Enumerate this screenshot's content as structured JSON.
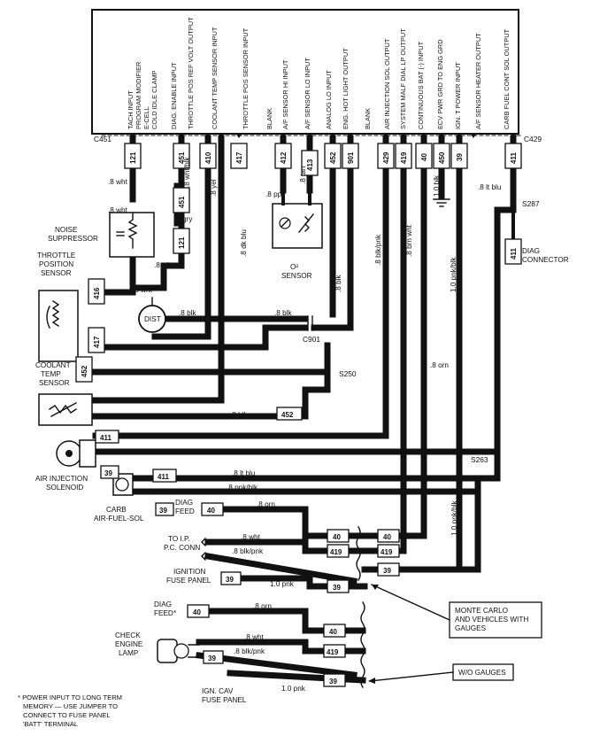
{
  "ecm": {
    "pins": [
      "TACH INPUT",
      "PROGRAM MODIFIER",
      "E-CELL",
      "COLD IDLE CLAMP",
      "DIAG. ENABLE INPUT",
      "THROTTLE POS REF VOLT OUTPUT",
      "COOLANT TEMP SENSOR INPUT",
      "THROTTLE POS SENSOR INPUT",
      "BLANK",
      "A/F SENSOR HI INPUT",
      "A/F SENSOR LO INPUT",
      "ANALOG LO INPUT",
      "ENG. HOT LIGHT OUTPUT",
      "BLANK",
      "AIR INJECTION SOL OUTPUT",
      "SYSTEM MALF DIAL LP OUTPUT",
      "CONTINUOUS BAT (-) INPUT",
      "ECV PWR GRD TO ENG GRD",
      "IGN. T POWER INPUT",
      "A/F SENSOR HEATER OUTPUT",
      "CARB FUEL CONT SOL OUTPUT"
    ]
  },
  "connectors": {
    "c451": "C451",
    "c429": "C429",
    "c901": "C901",
    "s250": "S250",
    "s263": "S263",
    "s287": "S287"
  },
  "circuits": {
    "c121": "121",
    "c451": "451",
    "c410": "410",
    "c417": "417",
    "c412": "412",
    "c413": "413",
    "c452": "452",
    "c901": "901",
    "c429": "429",
    "c419": "419",
    "c40": "40",
    "c450": "450",
    "c39": "39",
    "c411": "411",
    "c416": "416"
  },
  "wires": {
    "wht": ".8 wht",
    "wht_blk": ".8 wht/blk",
    "yel": ".8 yel",
    "gry": ".8 gry",
    "dk_blu": ".8 dk blu",
    "tan": ".8 tan",
    "ppl": ".8 ppl",
    "blk": ".8 blk",
    "blk_pnk": ".8 blk/pnk",
    "brn_wht": ".8 brn wht",
    "orn": ".8 orn",
    "one_blk": "1.0 blk",
    "pnk_blk": "1.0 pnk/blk",
    "lt_blu": ".8 lt blu",
    "pnk_blk8": ".8 pnk/blk",
    "one_pnk": "1.0 pnk"
  },
  "components": {
    "noise": "NOISE SUPPRESSOR",
    "tps": "THROTTLE POSITION SENSOR",
    "dist": "DIST",
    "o2": "O2 SENSOR",
    "coolant": "COOLANT TEMP SENSOR",
    "air": "AIR INJECTION SOLENOID",
    "carb": "CARB AIR-FUEL-SOL",
    "diag_conn": "DIAG CONNECTOR",
    "diag_feed": "DIAG FEED",
    "ip_conn": "TO I.P. P.C. CONN",
    "ign_panel": "IGNITION FUSE PANEL",
    "diag_feed2": "DIAG FEED*",
    "check_lamp": "CHECK ENGINE LAMP",
    "ign_cav": "IGN. CAV FUSE PANEL"
  },
  "callouts": {
    "monte": "MONTE CARLO AND VEHICLES WITH GAUGES",
    "wo": "W/O GAUGES"
  },
  "footnote": "* POWER INPUT TO LONG TERM MEMORY — USE JUMPER TO CONNECT TO FUSE PANEL 'BATT' TERMINAL"
}
